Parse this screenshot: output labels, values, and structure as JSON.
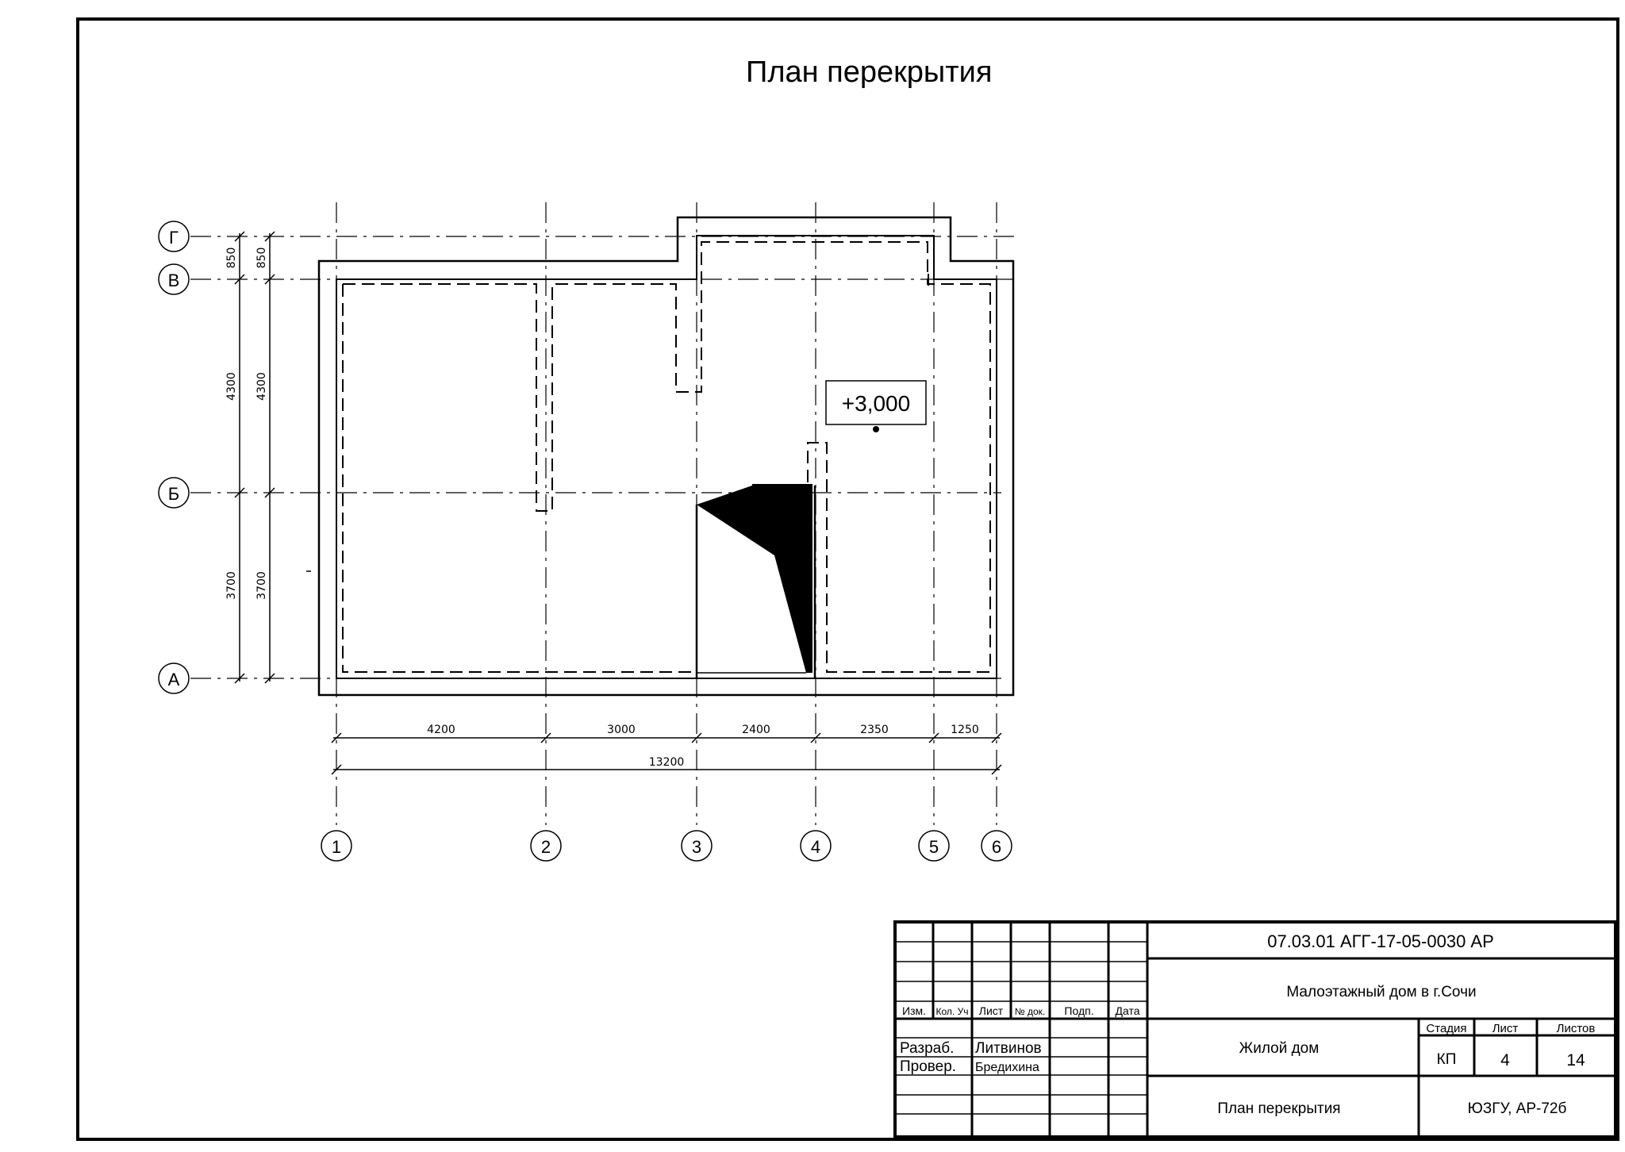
{
  "drawing": {
    "title": "План перекрытия",
    "elevation_mark": "+3,000",
    "axes_letters": [
      "Г",
      "В",
      "Б",
      "А"
    ],
    "axes_numbers": [
      "1",
      "2",
      "3",
      "4",
      "5",
      "6"
    ],
    "dims_bottom": [
      "4200",
      "3000",
      "2400",
      "2350",
      "1250"
    ],
    "dim_total": "13200",
    "dims_left_outer": [
      "850",
      "4300",
      "3700"
    ],
    "dims_left_inner": [
      "850",
      "4300",
      "3700"
    ]
  },
  "stamp": {
    "code": "07.03.01 АГГ-17-05-0030 АР",
    "project": "Малоэтажный дом в г.Сочи",
    "object": "Жилой дом",
    "sheet_name": "План перекрытия",
    "org": "ЮЗГУ, АР-72б",
    "headers": [
      "Изм.",
      "Кол. Уч",
      "Лист",
      "№ док.",
      "Подп.",
      "Дата"
    ],
    "stage_label": "Стадия",
    "sheet_label": "Лист",
    "sheets_label": "Листов",
    "stage": "КП",
    "sheet": "4",
    "sheets": "14",
    "role_dev": "Разраб.",
    "name_dev": "Литвинов",
    "role_check": "Провер.",
    "name_check": "Бредихина"
  }
}
